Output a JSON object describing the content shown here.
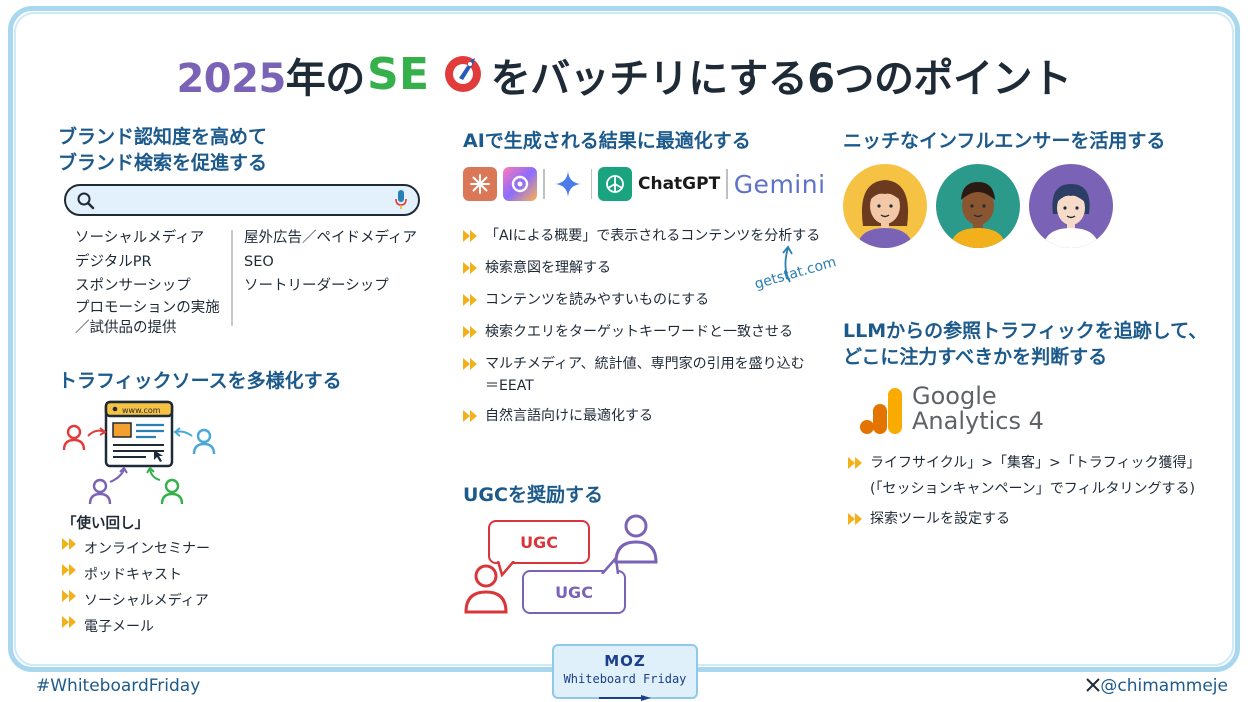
{
  "title": {
    "year": "2025",
    "nen_no": "年の",
    "seo_logo": "SEO",
    "rest": "をバッチリにする6つのポイント"
  },
  "brand": {
    "heading_line1": "ブランド認知度を高めて",
    "heading_line2": "ブランド検索を促進する",
    "left_items": [
      "ソーシャルメディア",
      "デジタルPR",
      "スポンサーシップ",
      "プロモーションの実施",
      "／試供品の提供"
    ],
    "right_items": [
      "屋外広告／ペイドメディア",
      "SEO",
      "ソートリーダーシップ"
    ]
  },
  "traffic": {
    "heading": "トラフィックソースを多様化する",
    "url_text": "www.com",
    "reuse_label": "「使い回し」",
    "items": [
      "オンラインセミナー",
      "ポッドキャスト",
      "ソーシャルメディア",
      "電子メール"
    ]
  },
  "ai": {
    "heading": "AIで生成される結果に最適化する",
    "chatgpt_label": "ChatGPT",
    "gemini_label": "Gemini",
    "items": [
      "「AIによる概要」で表示されるコンテンツを分析する",
      "検索意図を理解する",
      "コンテンツを読みやすいものにする",
      "検索クエリをターゲットキーワードと一致させる",
      "マルチメディア、統計値、専門家の引用を盛り込む",
      "＝EEAT",
      "自然言語向けに最適化する"
    ],
    "getstat": "getstat.com"
  },
  "ugc": {
    "heading": "UGCを奨励する",
    "bubble1": "UGC",
    "bubble2": "UGC"
  },
  "niche": {
    "heading": "ニッチなインフルエンサーを活用する"
  },
  "llm": {
    "heading_line1": "LLMからの参照トラフィックを追跡して、",
    "heading_line2": "どこに注力すべきかを判断する",
    "ga_line1": "Google",
    "ga_line2": "Analytics 4",
    "items": [
      "ライフサイクル」>「集客」>「トラフィック獲得」",
      "(「セッションキャンペーン」でフィルタリングする)",
      "探索ツールを設定する"
    ]
  },
  "footer": {
    "hashtag": "#WhiteboardFriday",
    "handle": "@chimammeje",
    "moz_logo": "MOZ",
    "moz_sub": "Whiteboard Friday"
  },
  "colors": {
    "heading": "#1d5a8c",
    "purple": "#7a63b6",
    "arrow": "#f2b11b",
    "board_border": "#a8d7ef",
    "ugc_red": "#d9353a",
    "ugc_purple": "#7a63b6"
  },
  "icons": [
    "search-icon",
    "microphone-icon",
    "rocket-icon",
    "arrow-bullet-icon",
    "person-icon",
    "browser-window-icon",
    "x-logo-icon",
    "openai-icon",
    "gemini-star-icon"
  ]
}
